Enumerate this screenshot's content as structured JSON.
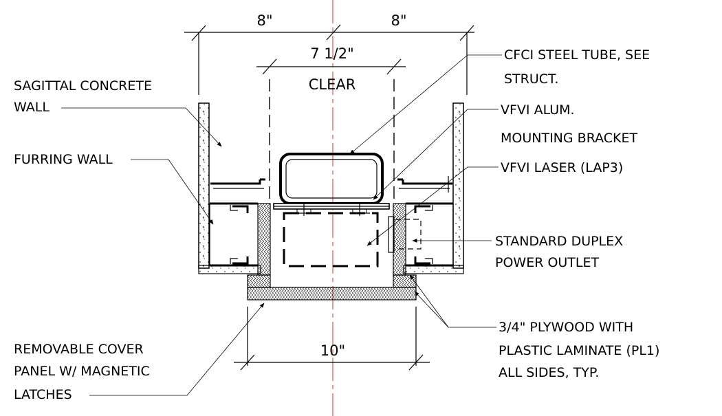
{
  "dimensions": {
    "left_width": "8\"",
    "right_width": "8\"",
    "clear_width": "7 1/2\"",
    "clear_label": "CLEAR",
    "bottom_width": "10\""
  },
  "labels": {
    "sagittal_wall": [
      "SAGITTAL CONCRETE",
      "WALL"
    ],
    "furring_wall": [
      "FURRING WALL"
    ],
    "cover_panel": [
      "REMOVABLE COVER",
      "PANEL W/ MAGNETIC",
      "LATCHES"
    ],
    "steel_tube": [
      "CFCI STEEL TUBE, SEE",
      "STRUCT."
    ],
    "bracket": [
      "VFVI ALUM.",
      "MOUNTING BRACKET"
    ],
    "laser": [
      "VFVI LASER (LAP3)"
    ],
    "outlet": [
      "STANDARD DUPLEX",
      "POWER OUTLET"
    ],
    "plywood": [
      "3/4\" PLYWOOD WITH",
      "PLASTIC LAMINATE (PL1)",
      "ALL SIDES, TYP."
    ]
  },
  "colors": {
    "line": "#000000",
    "centerline": "#d9534f",
    "background": "#ffffff"
  }
}
